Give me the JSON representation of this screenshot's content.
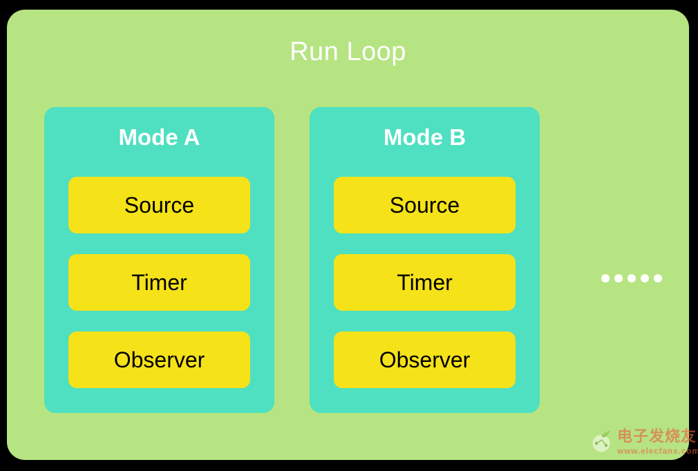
{
  "diagram": {
    "title": "Run Loop",
    "background_color": "#b6e482",
    "canvas_color": "#000000",
    "modes": [
      {
        "title": "Mode A",
        "box_color": "#4ee0c0",
        "items": [
          {
            "label": "Source",
            "color": "#f5e219"
          },
          {
            "label": "Timer",
            "color": "#f5e219"
          },
          {
            "label": "Observer",
            "color": "#f5e219"
          }
        ]
      },
      {
        "title": "Mode B",
        "box_color": "#4ee0c0",
        "items": [
          {
            "label": "Source",
            "color": "#f5e219"
          },
          {
            "label": "Timer",
            "color": "#f5e219"
          },
          {
            "label": "Observer",
            "color": "#f5e219"
          }
        ]
      }
    ],
    "more_indicator": {
      "name": "ellipsis-dots",
      "dot_count": 5,
      "color": "#ffffff"
    },
    "watermark": {
      "brand_cn": "电子发烧友",
      "url": "www.elecfans.com",
      "color": "#e8603c"
    }
  }
}
